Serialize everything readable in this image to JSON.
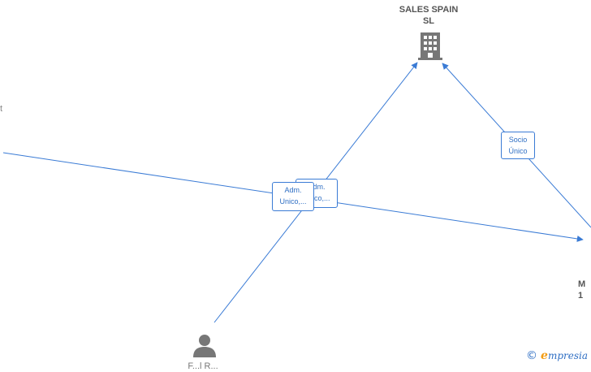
{
  "nodes": {
    "company_top": {
      "line1": "SALES SPAIN",
      "line2": "SL"
    },
    "left_cutoff": {
      "text": "t"
    },
    "right_cutoff": {
      "line1": "M",
      "line2": "1"
    },
    "person_bottom": {
      "text": "F...l R..."
    }
  },
  "edges": {
    "adm_front": {
      "line1": "Adm.",
      "line2": "Unico,..."
    },
    "adm_back": {
      "line1": "Adm.",
      "line2": "Unico,..."
    },
    "socio": {
      "line1": "Socio",
      "line2": "Único"
    }
  },
  "colors": {
    "edge": "#3a7bd5",
    "icon": "#777777"
  },
  "brand": {
    "copyright": "©",
    "name_initial": "e",
    "name_rest": "mpresia"
  }
}
